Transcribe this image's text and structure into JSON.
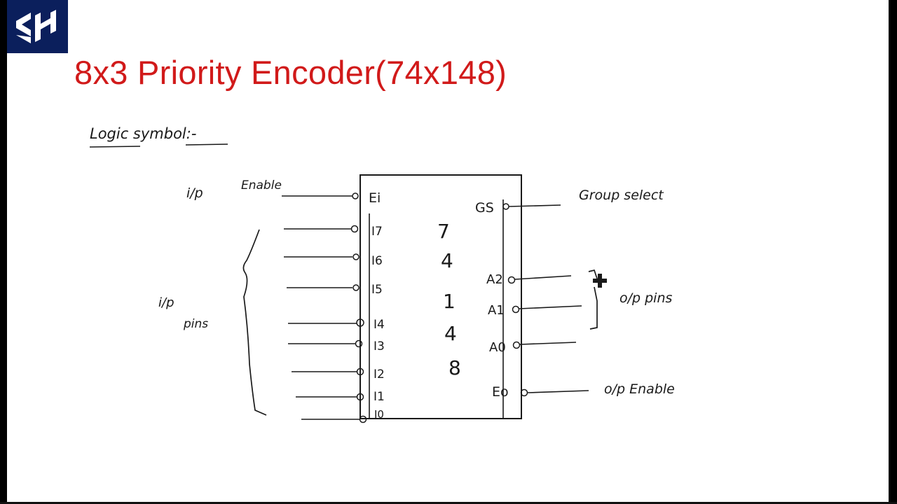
{
  "slide": {
    "title": "8x3 Priority Encoder(74x148)"
  },
  "diagram": {
    "subtitle": "Logic symbol:-",
    "chip_number": [
      "7",
      "4",
      "1",
      "4",
      "8"
    ],
    "input_enable": {
      "side_label": "i/p",
      "label": "Enable",
      "pin": "Ei"
    },
    "input_group_label": [
      "i/p",
      "pins"
    ],
    "input_pins": [
      "I7",
      "I6",
      "I5",
      "I4",
      "I3",
      "I2",
      "I1",
      "I0"
    ],
    "group_select": {
      "pin": "GS",
      "label": "Group select"
    },
    "output_pins": [
      "A2",
      "A1",
      "A0"
    ],
    "output_group_label": "o/p pins",
    "output_enable": {
      "pin": "Eo",
      "label": "o/p Enable"
    }
  },
  "colors": {
    "title": "#d11a1a",
    "logo_bg": "#0b1f5c",
    "ink": "#1a1a1a"
  }
}
